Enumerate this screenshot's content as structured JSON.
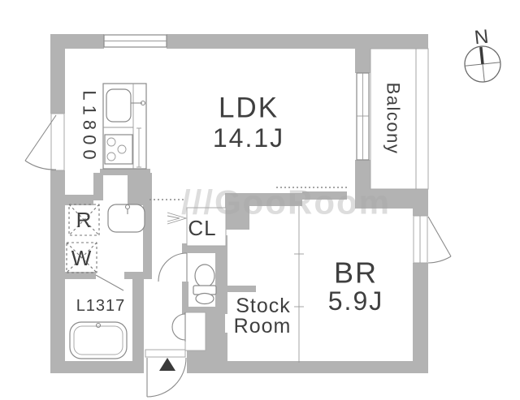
{
  "compass": {
    "north_label": "N"
  },
  "rooms": {
    "ldk": {
      "name": "LDK",
      "size": "14.1J"
    },
    "bedroom": {
      "name": "BR",
      "size": "5.9J"
    },
    "stock_room": {
      "name_line1": "Stock",
      "name_line2": "Room"
    },
    "closet": {
      "name": "CL"
    },
    "balcony": {
      "name": "Balcony"
    }
  },
  "fixtures": {
    "kitchen_counter_label": "L1800",
    "bathtub_label": "L1317",
    "refrigerator_label": "R",
    "washing_machine_label": "W"
  },
  "watermark": "///GooRoom",
  "colors": {
    "wall": "#b3b3b3",
    "fixture_line": "#8a8a8a",
    "label_text": "#3f3f3f"
  }
}
